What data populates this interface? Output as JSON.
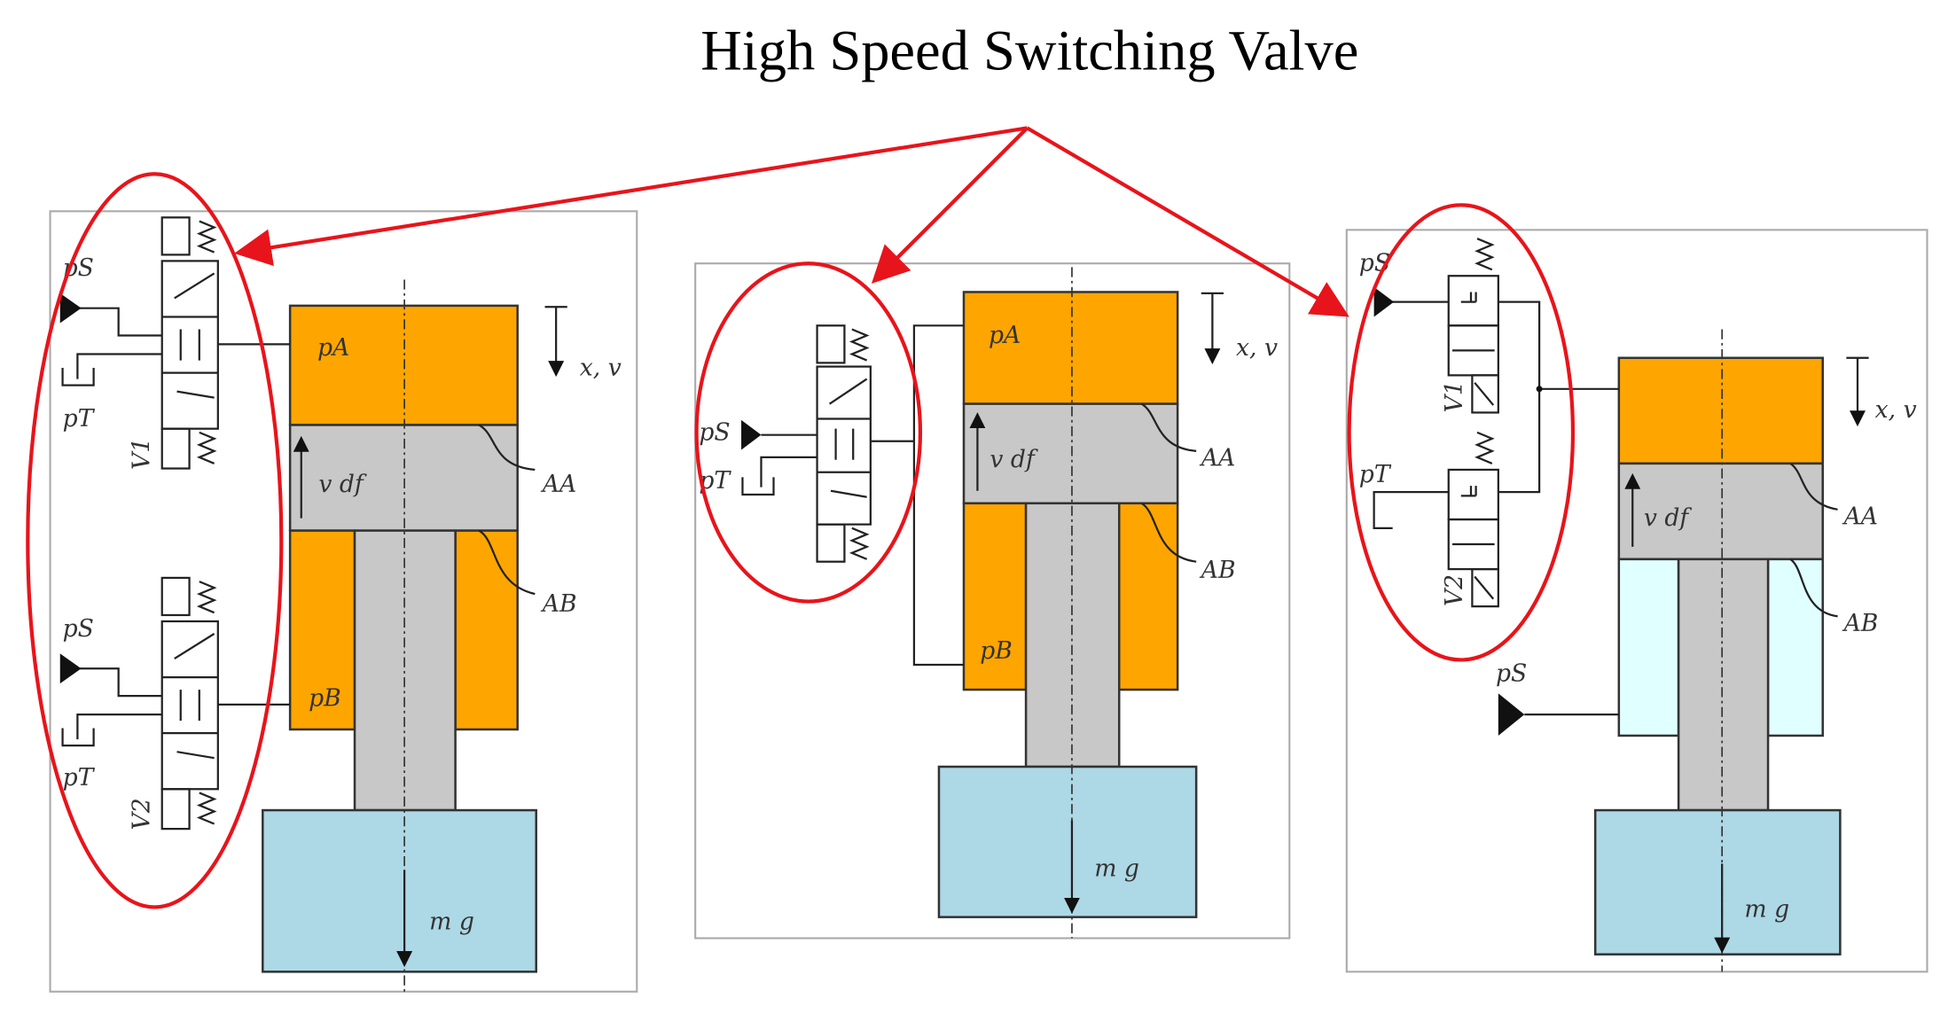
{
  "title": "High Speed Switching Valve",
  "colors": {
    "chamber": "#FFA500",
    "piston": "#C8C8C8",
    "mass": "#ADD8E6",
    "chamber_low_pressure": "#E0FFFF",
    "highlight": "#E8141B"
  },
  "panels": [
    {
      "labels": {
        "ps1": "pS",
        "pt1": "pT",
        "v1": "V1",
        "ps2": "pS",
        "pt2": "pT",
        "v2": "V2",
        "pa": "pA",
        "pb": "pB",
        "xv": "x, v",
        "vdf": "v df",
        "aa": "AA",
        "ab": "AB",
        "mg": "m g"
      }
    },
    {
      "labels": {
        "ps": "pS",
        "pt": "pT",
        "pa": "pA",
        "pb": "pB",
        "xv": "x, v",
        "vdf": "v df",
        "aa": "AA",
        "ab": "AB",
        "mg": "m g"
      }
    },
    {
      "labels": {
        "ps1": "pS",
        "pt": "pT",
        "v1": "V1",
        "v2": "V2",
        "ps2": "pS",
        "xv": "x, v",
        "vdf": "v df",
        "aa": "AA",
        "ab": "AB",
        "mg": "m g"
      }
    }
  ]
}
